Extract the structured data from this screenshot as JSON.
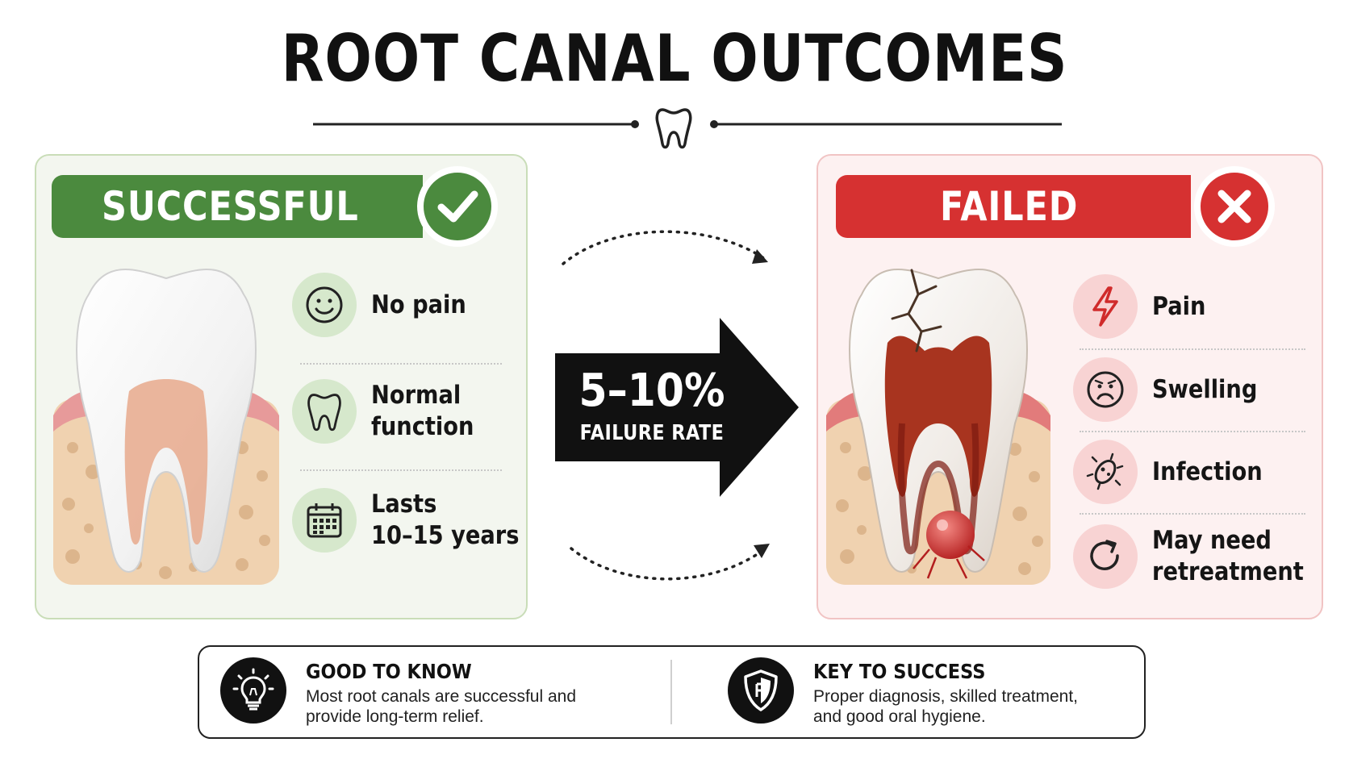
{
  "title": "ROOT CANAL OUTCOMES",
  "successful": {
    "label": "SUCCESSFUL",
    "color": "#4b8a3e",
    "items": [
      {
        "icon": "smiley-face-icon",
        "label": "No pain"
      },
      {
        "icon": "tooth-icon",
        "label": "Normal\nfunction"
      },
      {
        "icon": "calendar-icon",
        "label": "Lasts\n10–15 years"
      }
    ]
  },
  "failed": {
    "label": "FAILED",
    "color": "#d63131",
    "items": [
      {
        "icon": "lightning-bolt-icon",
        "label": "Pain"
      },
      {
        "icon": "sad-face-icon",
        "label": "Swelling"
      },
      {
        "icon": "bacteria-icon",
        "label": "Infection"
      },
      {
        "icon": "retreatment-arrow-icon",
        "label": "May need\nretreatment"
      }
    ]
  },
  "arrow": {
    "percentage": "5–10%",
    "caption": "FAILURE RATE"
  },
  "info": {
    "good_to_know": {
      "heading": "GOOD TO KNOW",
      "text": "Most root canals are successful and\nprovide long-term relief.",
      "icon": "lightbulb-icon"
    },
    "key_to_success": {
      "heading": "KEY TO SUCCESS",
      "text": "Proper diagnosis, skilled treatment,\nand good oral hygiene.",
      "icon": "shield-icon"
    }
  }
}
